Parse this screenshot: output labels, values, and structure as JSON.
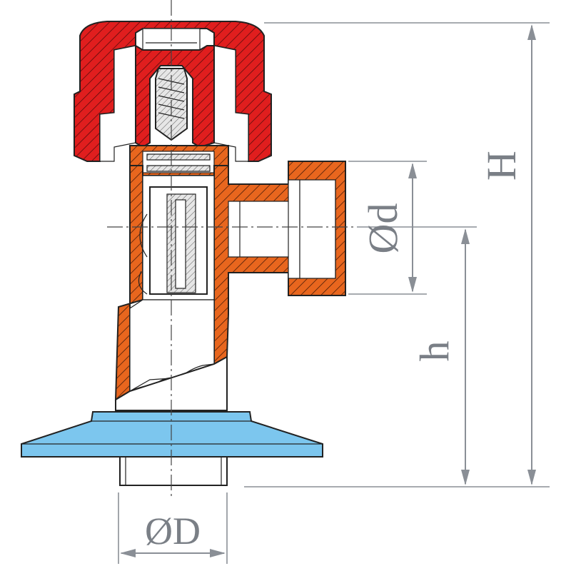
{
  "labels": {
    "height_total": "H",
    "height_outlet": "h",
    "outlet_diameter": "Ød",
    "inlet_diameter": "ØD"
  },
  "colors": {
    "handle": "#e01e1e",
    "body": "#e8661e",
    "flange": "#7cc6ee",
    "hatch": "#3a1a10",
    "dimension": "#8a8f96",
    "outline": "#222222"
  }
}
